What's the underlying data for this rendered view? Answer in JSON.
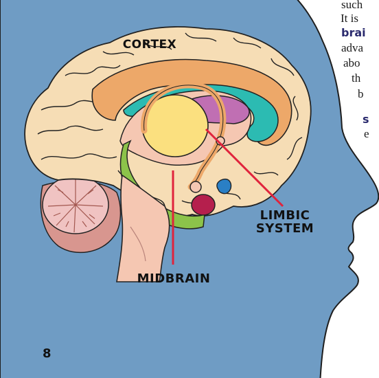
{
  "colors": {
    "head": "#6f9cc4",
    "head_outline": "#1e1e1e",
    "cortex": "#f6ddb5",
    "cerebellum": "#f0c3c2",
    "cerebellum_dark": "#d8968f",
    "brainstem": "#f5c7b2",
    "corpus_callosum": "#eda869",
    "limbic_green": "#8cc34a",
    "thalamus": "#fbe07f",
    "teal": "#2cbbb2",
    "purple": "#c06fb3",
    "amygdala": "#b51f4d",
    "hypothalamus_blue": "#2a7fc5",
    "pointer_red": "#e0233c"
  },
  "text_fragments": {
    "line1": "such",
    "line2": "It is",
    "line3_bold": "brai",
    "line4": "adva",
    "line5": "abo",
    "line6": "th",
    "line7": "b",
    "line8_bold": "s",
    "line9": "e"
  },
  "labels": {
    "cortex": "CORTEX",
    "limbic_line1": "LIMBIC",
    "limbic_line2": "SYSTEM",
    "midbrain": "MIDBRAIN"
  },
  "page_number": "8"
}
